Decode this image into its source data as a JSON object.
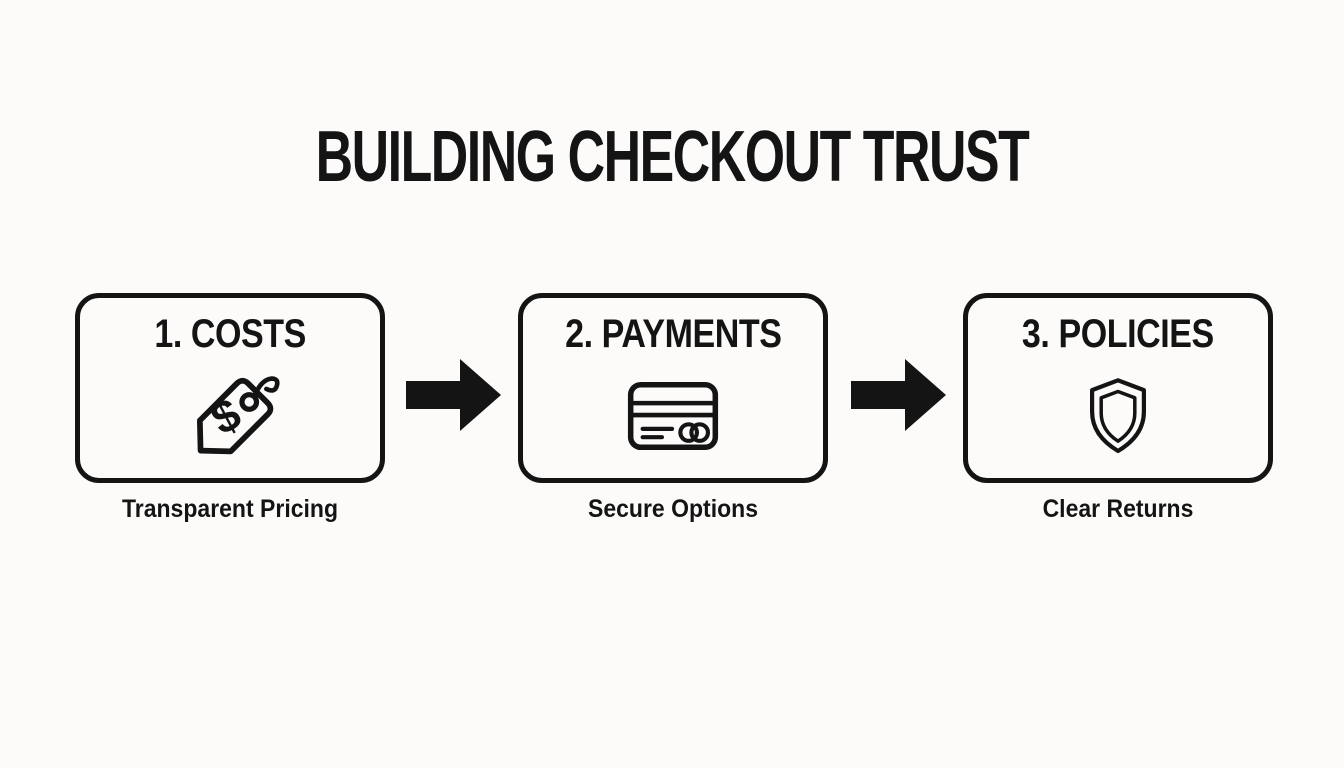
{
  "title": "BUILDING CHECKOUT TRUST",
  "steps": [
    {
      "heading": "1. COSTS",
      "caption": "Transparent Pricing",
      "icon": "price-tag-icon"
    },
    {
      "heading": "2. PAYMENTS",
      "caption": "Secure Options",
      "icon": "credit-card-icon"
    },
    {
      "heading": "3. POLICIES",
      "caption": "Clear Returns",
      "icon": "shield-icon"
    }
  ],
  "connectors": [
    {
      "type": "arrow-right",
      "from": "1. COSTS",
      "to": "2. PAYMENTS"
    },
    {
      "type": "arrow-right",
      "from": "2. PAYMENTS",
      "to": "3. POLICIES"
    }
  ],
  "colors": {
    "ink": "#141414",
    "background": "#fcfbfa"
  }
}
